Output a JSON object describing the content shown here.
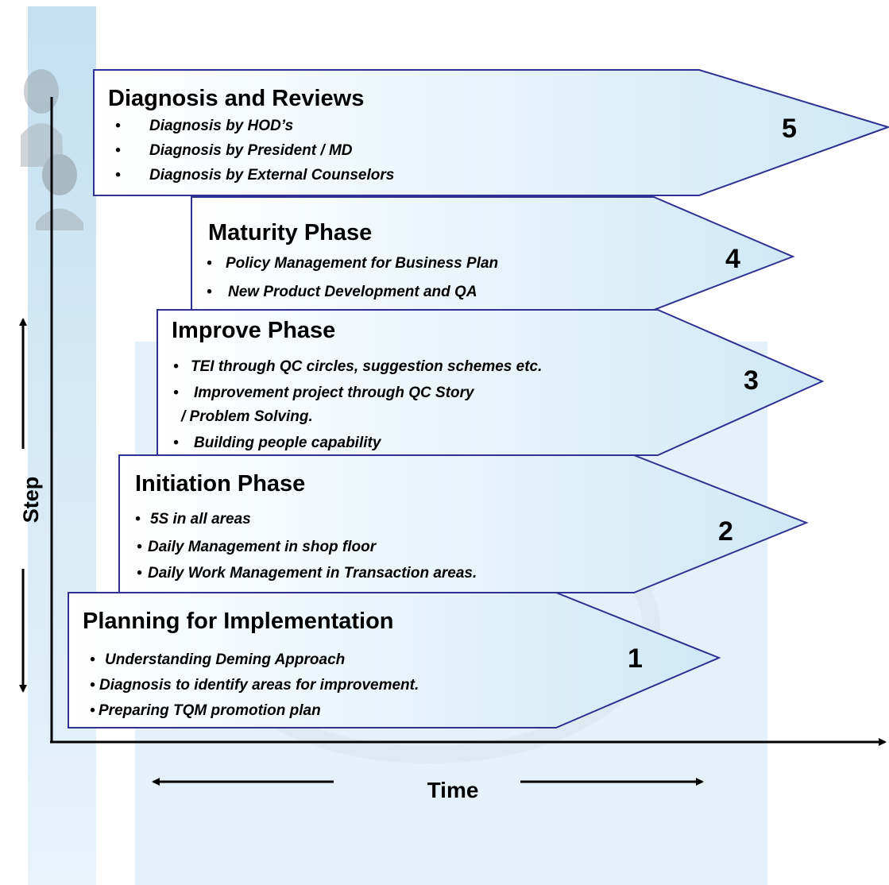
{
  "colors": {
    "sidebar": "#cfe6f3",
    "panel_background": "#e6f2fa",
    "shape_fill_light": "#ffffff",
    "shape_fill_dark": "#cfe8f6",
    "shape_outline": "#2e3192",
    "axis": "#000000"
  },
  "axes": {
    "y_label": "Step",
    "x_label": "Time"
  },
  "phases": [
    {
      "number": "5",
      "title": "Diagnosis and Reviews",
      "items": [
        "Diagnosis by HOD’s",
        "Diagnosis by President / MD",
        "Diagnosis by External Counselors"
      ]
    },
    {
      "number": "4",
      "title": "Maturity Phase",
      "items": [
        "Policy Management for Business Plan",
        "New Product Development and QA"
      ]
    },
    {
      "number": "3",
      "title": "Improve Phase",
      "items": [
        "TEI through QC circles, suggestion schemes etc.",
        "Improvement project through QC Story",
        "/ Problem Solving.",
        "Building people capability"
      ]
    },
    {
      "number": "2",
      "title": "Initiation Phase",
      "items": [
        "5S in all areas",
        "Daily Management in shop floor",
        "Daily Work Management in Transaction areas."
      ]
    },
    {
      "number": "1",
      "title": "Planning for Implementation",
      "items": [
        "Understanding Deming Approach",
        "Diagnosis to identify areas for improvement.",
        "Preparing TQM promotion plan"
      ]
    }
  ]
}
